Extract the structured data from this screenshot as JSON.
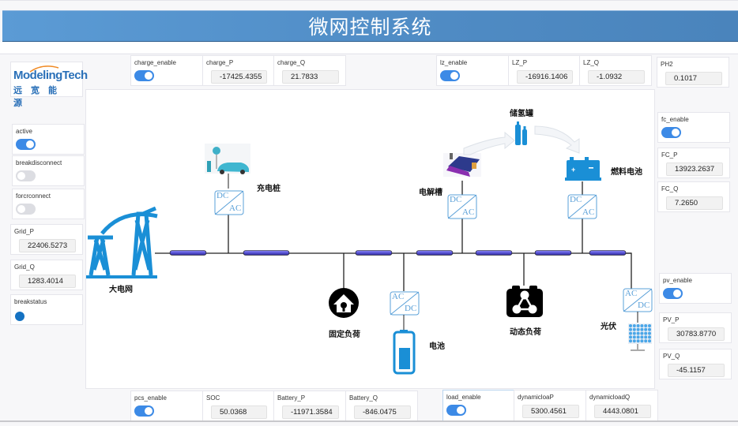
{
  "header": {
    "title": "微网控制系统"
  },
  "logo": {
    "brand_en": "ModelingTech",
    "brand_cn": "远宽能源"
  },
  "top_panel": {
    "charge_enable": {
      "label": "charge_enable",
      "on": true
    },
    "charge_P": {
      "label": "charge_P",
      "value": "-17425.4355"
    },
    "charge_Q": {
      "label": "charge_Q",
      "value": "21.7833"
    },
    "lz_enable": {
      "label": "lz_enable",
      "on": true
    },
    "LZ_P": {
      "label": "LZ_P",
      "value": "-16916.1406"
    },
    "LZ_Q": {
      "label": "LZ_Q",
      "value": "-1.0932"
    },
    "PH2": {
      "label": "PH2",
      "value": "0.1017"
    }
  },
  "left_panel": {
    "active": {
      "label": "active",
      "on": true
    },
    "breakdisconnect": {
      "label": "breakdisconnect",
      "on": false
    },
    "forcrconnect": {
      "label": "forcrconnect",
      "on": false
    },
    "Grid_P": {
      "label": "Grid_P",
      "value": "22406.5273"
    },
    "Grid_Q": {
      "label": "Grid_Q",
      "value": "1283.4014"
    },
    "breakstatus": {
      "label": "breakstatus",
      "color": "#1572c2"
    }
  },
  "right_panel": {
    "fc_enable": {
      "label": "fc_enable",
      "on": true
    },
    "FC_P": {
      "label": "FC_P",
      "value": "13923.2637"
    },
    "FC_Q": {
      "label": "FC_Q",
      "value": "7.2650"
    },
    "pv_enable": {
      "label": "pv_enable",
      "on": true
    },
    "PV_P": {
      "label": "PV_P",
      "value": "30783.8770"
    },
    "PV_Q": {
      "label": "PV_Q",
      "value": "-45.1157"
    }
  },
  "bottom_panel": {
    "pcs_enable": {
      "label": "pcs_enable",
      "on": true
    },
    "SOC": {
      "label": "SOC",
      "value": "50.0368"
    },
    "Battery_P": {
      "label": "Battery_P",
      "value": "-11971.3584"
    },
    "Battery_Q": {
      "label": "Battery_Q",
      "value": "-846.0475"
    },
    "load_enable": {
      "label": "load_enable",
      "on": true
    },
    "dynamicloaP": {
      "label": "dynamicloaP",
      "value": "5300.4561"
    },
    "dynamicloadQ": {
      "label": "dynamicloadQ",
      "value": "4443.0801"
    }
  },
  "diagram": {
    "grid": "大电网",
    "charger": "充电桩",
    "electrolyzer": "电解槽",
    "h2_tank": "储氢罐",
    "fuel_cell": "燃料电池",
    "fixed_load": "固定负荷",
    "battery": "电池",
    "dynamic_load": "动态负荷",
    "pv": "光伏",
    "converter_dc": "DC",
    "converter_ac": "AC",
    "accent_color": "#1a8fd6"
  }
}
